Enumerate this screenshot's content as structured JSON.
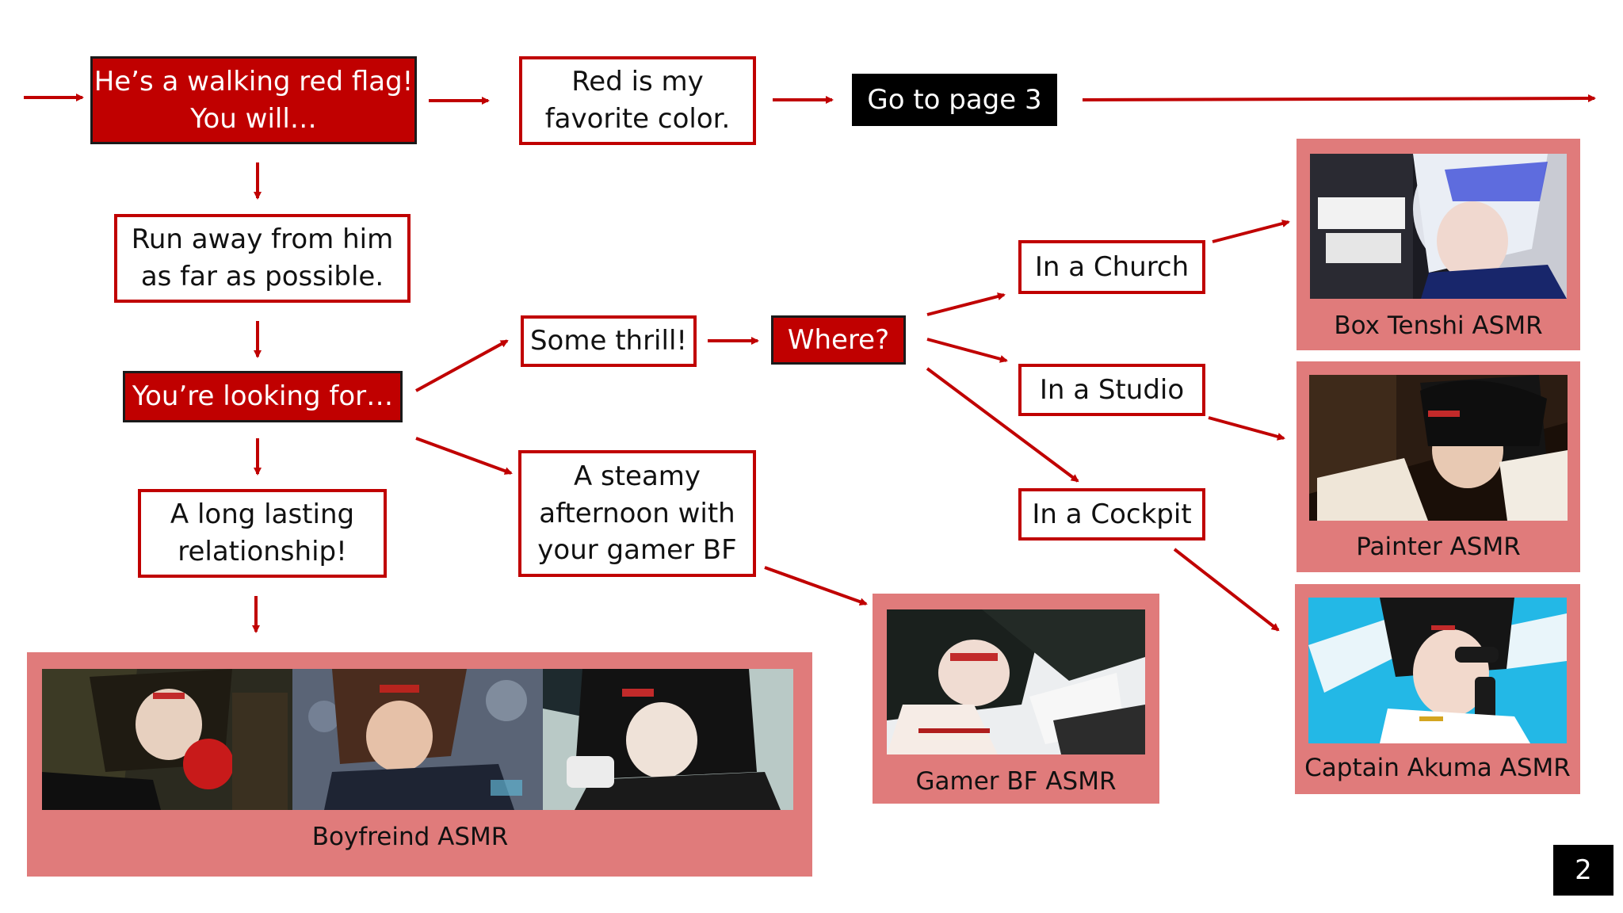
{
  "nodes": {
    "red_flag": "He’s a walking red flag!\nYou will…",
    "red_favorite": "Red is my\nfavorite color.",
    "go_page": "Go to page 3",
    "run_away": "Run away from him\nas far as possible.",
    "looking_for": "You’re looking for…",
    "long_lasting": "A long lasting\nrelationship!",
    "some_thrill": "Some thrill!",
    "where": "Where?",
    "steamy": "A steamy\nafternoon with\nyour gamer BF",
    "church": "In a Church",
    "studio": "In a Studio",
    "cockpit": "In a Cockpit"
  },
  "cards": {
    "box_tenshi": "Box Tenshi ASMR",
    "painter": "Painter ASMR",
    "captain": "Captain Akuma ASMR",
    "gamer_bf": "Gamer BF ASMR",
    "boyfriend": "Boyfreind ASMR"
  },
  "colors": {
    "accent_red": "#c00000",
    "card_pink": "#e07b7b",
    "black": "#000000"
  },
  "page_number": "2"
}
